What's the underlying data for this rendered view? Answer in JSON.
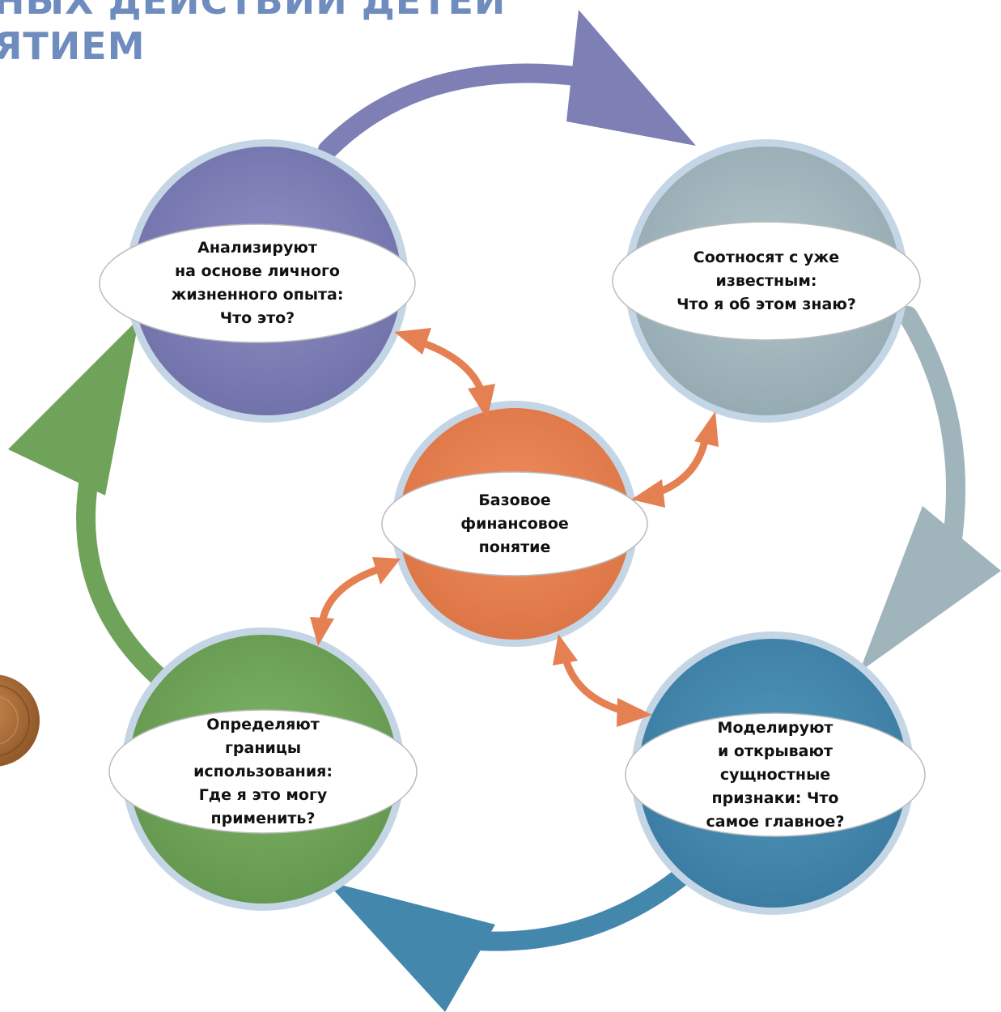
{
  "title": {
    "line1": "НЫХ ДЕЙСТВИЙ ДЕТЕЙ",
    "line2": "ЯТИЕМ"
  },
  "center": {
    "lines": [
      "Базовое",
      "финансовое",
      "понятие"
    ]
  },
  "nodes": {
    "analyze": {
      "lines": [
        "Анализируют",
        "на основе личного",
        "жизненного опыта:",
        "Что это?"
      ]
    },
    "relate": {
      "lines": [
        "Соотносят с уже",
        "известным:",
        "Что я об этом знаю?"
      ]
    },
    "model": {
      "lines": [
        "Моделируют",
        "и открывают",
        "сущностные",
        "признаки: Что",
        "самое главное?"
      ]
    },
    "define": {
      "lines": [
        "Определяют",
        "границы",
        "использования:",
        "Где я это могу",
        "применить?"
      ]
    }
  },
  "colors": {
    "title": "#6f8cbf",
    "purple": "#7e7fb5",
    "gray": "#9fb4bb",
    "blue": "#4487ad",
    "green": "#6fa35a",
    "orange": "#e58052",
    "rim": "#c4d6e5",
    "coin": "#a86a33"
  },
  "icons": {
    "coin": "copper-coin-icon"
  }
}
